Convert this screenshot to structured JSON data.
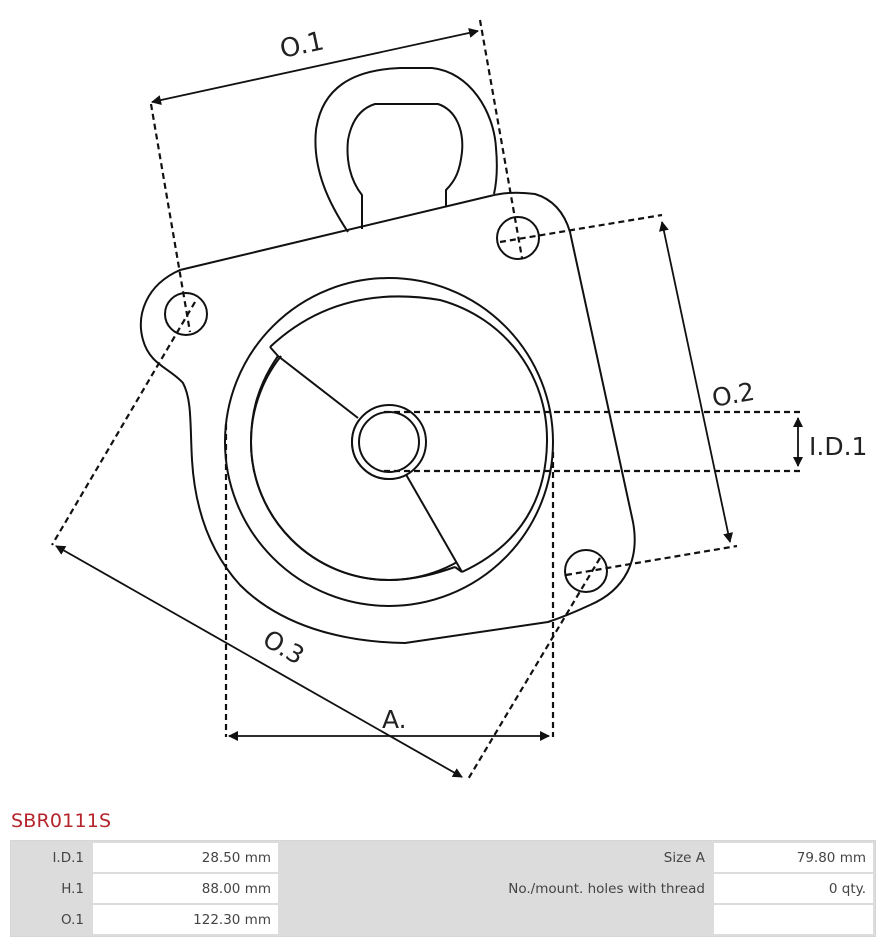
{
  "product": {
    "code": "SBR0111S"
  },
  "diagram": {
    "labels": {
      "o1": "O.1",
      "o2": "O.2",
      "o3": "O.3",
      "id1": "I.D.1",
      "a": "A."
    }
  },
  "specs": {
    "rows": [
      {
        "label1": "I.D.1",
        "value1": "28.50 mm",
        "label2": "Size A",
        "value2": "79.80 mm"
      },
      {
        "label1": "H.1",
        "value1": "88.00 mm",
        "label2": "No./mount. holes with thread",
        "value2": "0 qty."
      },
      {
        "label1": "O.1",
        "value1": "122.30  mm",
        "label2": "",
        "value2": ""
      }
    ]
  },
  "colors": {
    "title": "#b5252b",
    "label_cell": "#dcdcdc",
    "value_cell": "#ffffff",
    "line": "#111111"
  }
}
